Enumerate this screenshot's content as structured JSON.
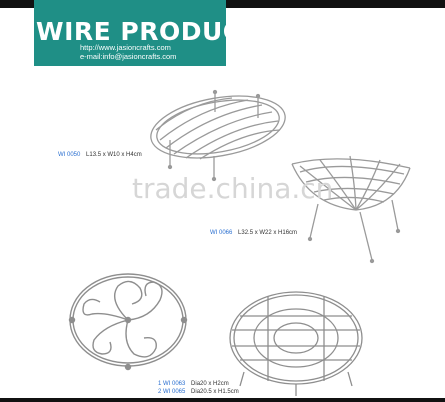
{
  "header": {
    "title": "WIRE PRODUCT",
    "url": "http://www.jasioncrafts.com",
    "email": "e-mail:info@jasioncrafts.com"
  },
  "watermark": "trade.china.cn",
  "products": [
    {
      "code": "WI 0050",
      "desc": "L13.5 x W10 x H4cm"
    },
    {
      "code": "WI 0066",
      "desc": "L32.5 x W22 x H16cm"
    },
    {
      "code": "1 WI 0063",
      "desc": "Dia20 x H2cm"
    },
    {
      "code": "2 WI 0065",
      "desc": "Dia20.5 x H1.5cm"
    }
  ],
  "colors": {
    "header_bg": "#1f8f86",
    "code_blue": "#2a6fd0",
    "wire": "#9a9a9a"
  }
}
